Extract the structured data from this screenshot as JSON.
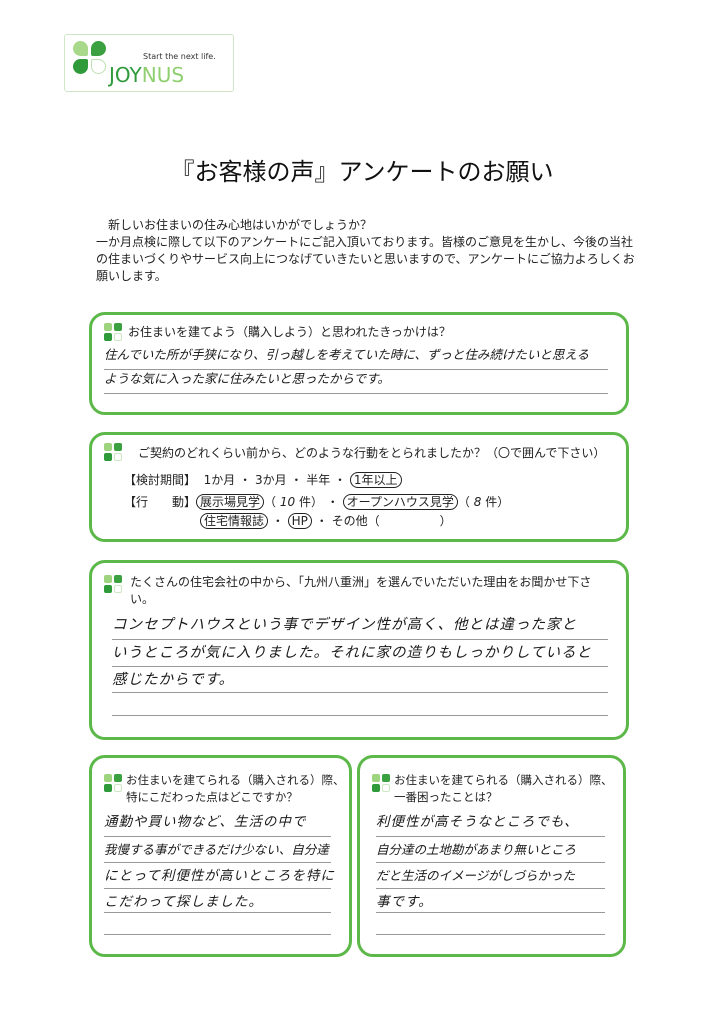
{
  "logo": {
    "tagline": "Start the next life.",
    "name_a": "JOY",
    "name_b": "NUS"
  },
  "title": "『お客様の声』アンケートのお願い",
  "intro": [
    "新しいお住まいの住み心地はいかがでしょうか？",
    "一か月点検に際して以下のアンケートにご記入頂いております。皆様のご意見を生かし、今後の当社の住まいづくりやサービス向上につなげていきたいと思いますので、アンケートにご協力よろしくお願いします。"
  ],
  "q1": {
    "question": "お住まいを建てよう（購入しよう）と思われたきっかけは？",
    "answer": [
      "住んでいた所が手狭になり、引っ越しを考えていた時に、ずっと住み続けたいと思える",
      "ような気に入った家に住みたいと思ったからです。"
    ]
  },
  "q2": {
    "question": "ご契約のどれくらい前から、どのような行動をとられましたか？（〇で囲んで下さい）",
    "period_label": "【検討期間】",
    "period_options": [
      "1か月",
      "3か月",
      "半年",
      "1年以上"
    ],
    "period_selected": "1年以上",
    "action_label": "【行　　動】",
    "showroom": "展示場見学",
    "showroom_count": "10",
    "open_house": "オープンハウス見学",
    "open_house_count": "8",
    "magazine": "住宅情報誌",
    "hp": "HP",
    "other": "その他（　　　　　）",
    "count_unit": "件"
  },
  "q3": {
    "question": "たくさんの住宅会社の中から、「九州八重洲」を選んでいただいた理由をお聞かせ下さい。",
    "answer": [
      "コンセプトハウスという事でデザイン性が高く、他とは違った家と",
      "いうところが気に入りました。それに家の造りもしっかりしていると",
      "感じたからです。"
    ]
  },
  "q4": {
    "question": "お住まいを建てられる（購入される）際、特にこだわった点はどこですか？",
    "answer": [
      "通勤や買い物など、生活の中で",
      "我慢する事ができるだけ少ない、自分達",
      "にとって利便性が高いところを特に",
      "こだわって探しました。"
    ]
  },
  "q5": {
    "question": "お住まいを建てられる（購入される）際、一番困ったことは？",
    "answer": [
      "利便性が高そうなところでも、",
      "自分達の土地勘があまり無いところ",
      "だと生活のイメージがしづらかった",
      "事です。"
    ]
  }
}
